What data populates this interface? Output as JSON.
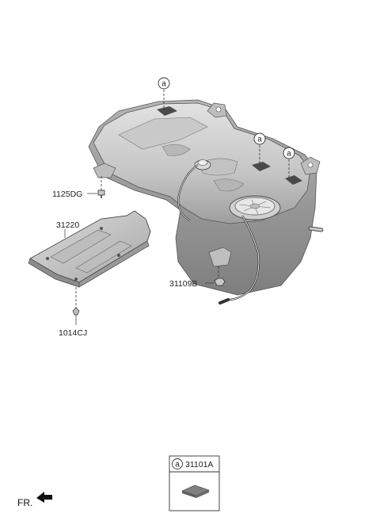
{
  "labels": {
    "bolt_top": "1125DG",
    "shield_part": "31220",
    "bolt_bottom": "1014CJ",
    "nut_right": "31109B"
  },
  "callouts": {
    "letter": "a"
  },
  "legend": {
    "letter": "a",
    "part_number": "31101A"
  },
  "direction": {
    "text": "FR."
  },
  "colors": {
    "tank_body": "#d4d4d4",
    "tank_dark": "#9a9a9a",
    "shield": "#cfcfcf",
    "pad": "#8a8a8a",
    "line": "#333333"
  }
}
